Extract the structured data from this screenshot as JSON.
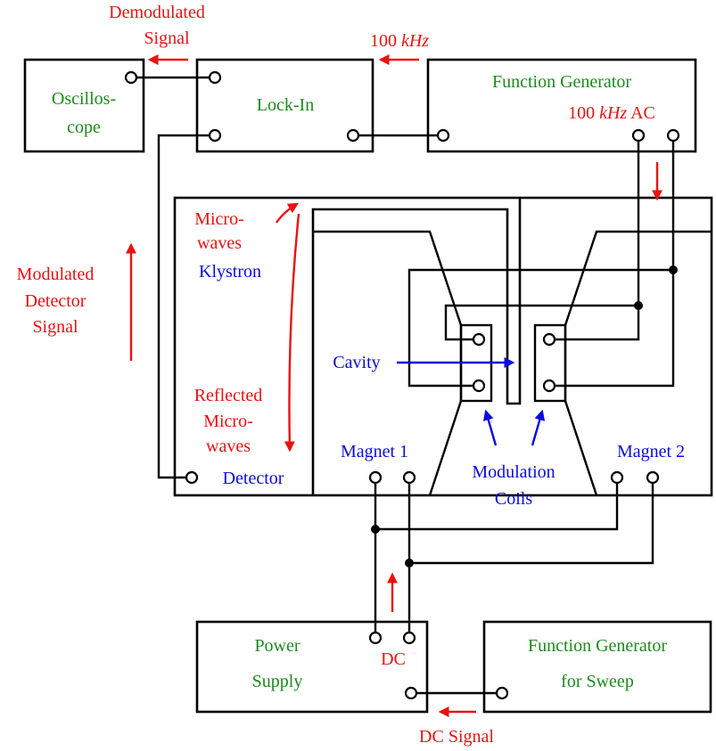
{
  "labels": {
    "demodulated_1": "Demodulated",
    "demodulated_2": "Signal",
    "freq_top": "100",
    "freq_top_unit": "kHz",
    "oscilloscope_1": "Oscillos-",
    "oscilloscope_2": "cope",
    "lockin": "Lock-In",
    "funcgen": "Function Generator",
    "funcgen_ac_num": "100",
    "funcgen_ac_unit": "kHz",
    "funcgen_ac_suffix": "AC",
    "microwaves_1": "Micro-",
    "microwaves_2": "waves",
    "klystron": "Klystron",
    "modulated_1": "Modulated",
    "modulated_2": "Detector",
    "modulated_3": "Signal",
    "cavity": "Cavity",
    "reflected_1": "Reflected",
    "reflected_2": "Micro-",
    "reflected_3": "waves",
    "magnet1": "Magnet 1",
    "magnet2": "Magnet 2",
    "detector": "Detector",
    "modcoils_1": "Modulation",
    "modcoils_2": "Coils",
    "power_1": "Power",
    "power_2": "Supply",
    "dc": "DC",
    "fgsweep_1": "Function Generator",
    "fgsweep_2": "for Sweep",
    "dc_signal": "DC Signal"
  },
  "colors": {
    "instrument_label": "#1c8a1c",
    "signal_label": "#e81212",
    "component_label": "#0b0bd9"
  }
}
